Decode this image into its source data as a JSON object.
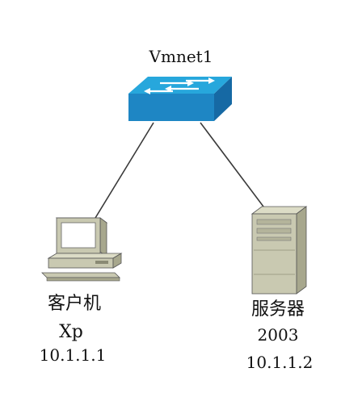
{
  "switch": {
    "label": "Vmnet1",
    "icon": "network-switch-icon"
  },
  "client": {
    "name": "客户机",
    "os": "Xp",
    "ip": "10.1.1.1",
    "icon": "workstation-computer-icon"
  },
  "server": {
    "name": "服务器",
    "os": "2003",
    "ip": "10.1.1.2",
    "icon": "tower-server-icon"
  },
  "colors": {
    "switch_top": "#27a7dc",
    "switch_front": "#1e86c4",
    "switch_side": "#1669a4",
    "device_body": "#c9c9b1",
    "device_shade": "#a7a78d",
    "link": "#3a3a3a"
  }
}
